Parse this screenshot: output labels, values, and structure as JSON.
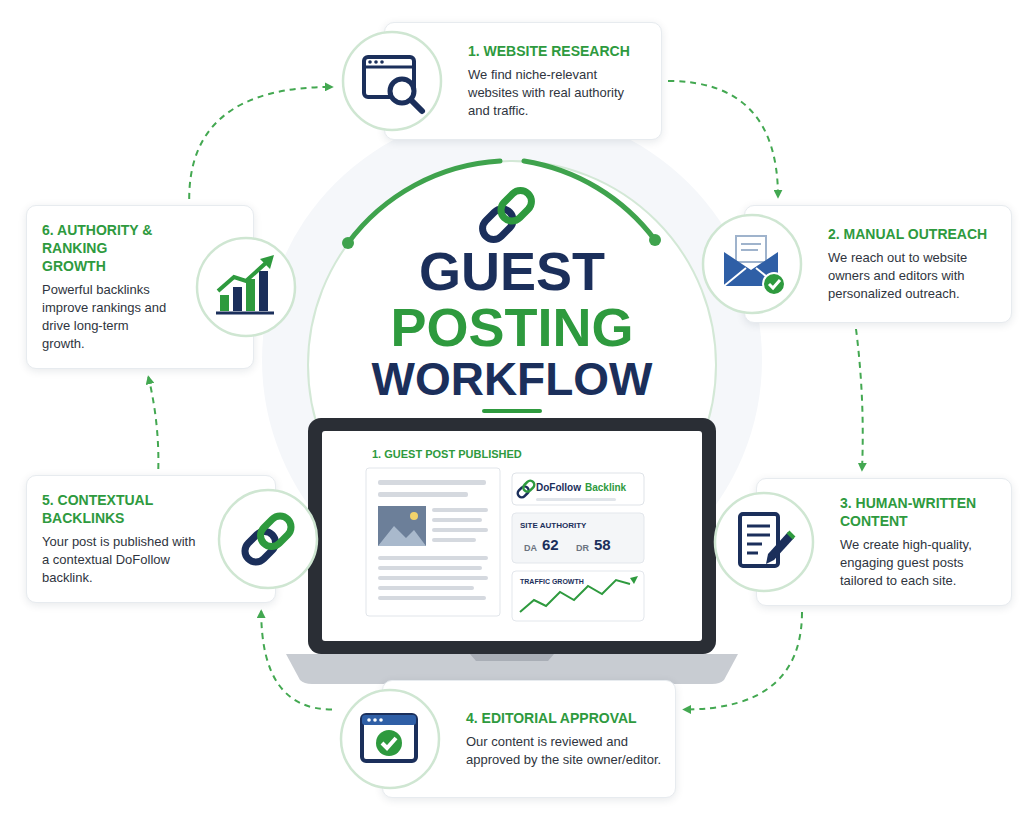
{
  "diagram": {
    "title": "GUEST POSTING WORKFLOW",
    "nodes": [
      {
        "text": [
          "1. WEBSITE RESEARCH",
          "We find niche-relevant websites with real authority and traffic."
        ]
      },
      {
        "text": [
          "2. MANUAL OUTREACH",
          "We reach out to website owners and editors with personalized outreach."
        ]
      },
      {
        "text": [
          "3. HUMAN-WRITTEN CONTENT",
          "We create high-quality, engaging guest posts tailored to each site."
        ]
      },
      {
        "text": [
          "4. EDITORIAL APPROVAL",
          "Our content is reviewed and approved by the site owner/editor."
        ]
      },
      {
        "text": [
          "5. CONTEXTUAL BACKLINKS",
          "Your post is published with a contextual DoFollow backlink."
        ]
      },
      {
        "text": [
          "6. AUTHORITY & RANKING GROWTH",
          "Powerful backlinks improve rankings and drive long-term growth."
        ]
      }
    ],
    "edges": [
      {
        "from": 0,
        "to": 1,
        "arrow": "to"
      },
      {
        "from": 1,
        "to": 2,
        "arrow": "to"
      },
      {
        "from": 2,
        "to": 3,
        "arrow": "to"
      },
      {
        "from": 3,
        "to": 4,
        "arrow": "to"
      },
      {
        "from": 4,
        "to": 5,
        "arrow": "to"
      },
      {
        "from": 5,
        "to": 0,
        "arrow": "to"
      }
    ],
    "labels": [
      "1. GUEST POST PUBLISHED",
      "DoFollow",
      "Backlink",
      "SITE AUTHORITY",
      "DA",
      "62",
      "DR",
      "58",
      "TRAFFIC GROWTH"
    ]
  }
}
